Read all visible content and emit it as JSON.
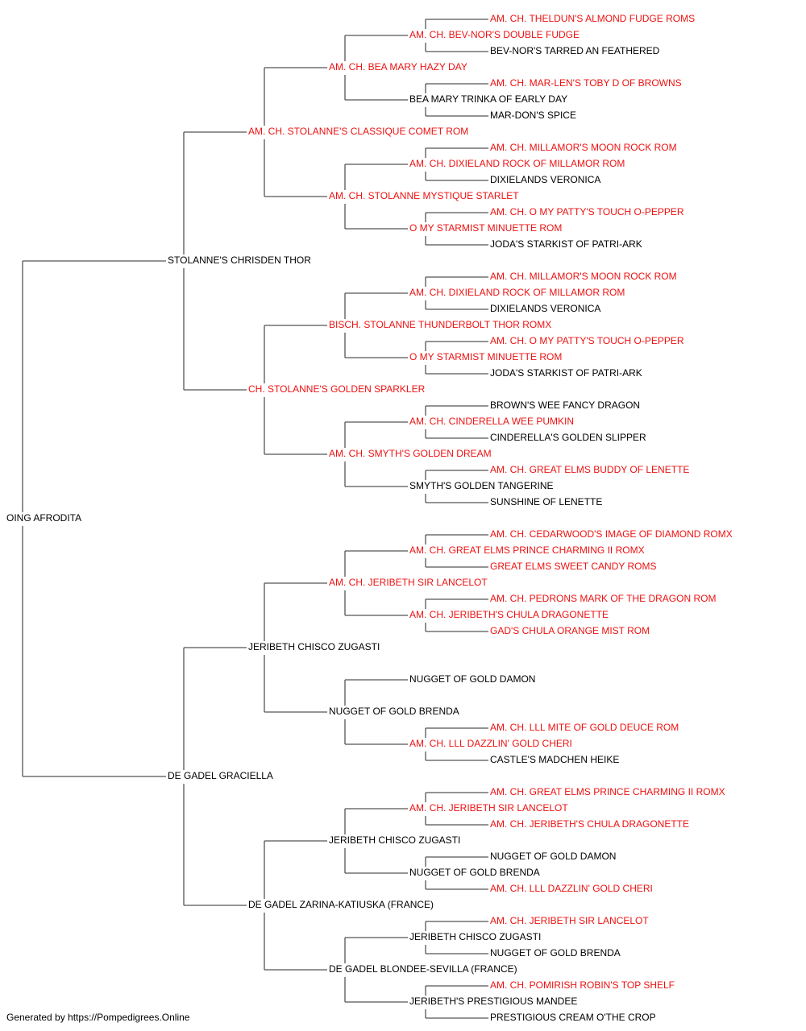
{
  "colors": {
    "champion": "#ee1111",
    "normal": "#000000",
    "connector": "#555555"
  },
  "footer": {
    "credit": "Generated by https://Pompedigrees.Online"
  },
  "pedigree": {
    "name": "OING AFRODITA",
    "champion": false,
    "sire": {
      "name": "STOLANNE'S CHRISDEN THOR",
      "champion": false,
      "sire": {
        "name": "AM. CH. STOLANNE'S CLASSIQUE COMET ROM",
        "champion": true,
        "sire": {
          "name": "AM. CH. BEA MARY HAZY DAY",
          "champion": true,
          "sire": {
            "name": "AM. CH. BEV-NOR'S DOUBLE FUDGE",
            "champion": true,
            "sire": {
              "name": "AM. CH. THELDUN'S ALMOND FUDGE ROMS",
              "champion": true
            },
            "dam": {
              "name": "BEV-NOR'S TARRED AN FEATHERED",
              "champion": false
            }
          },
          "dam": {
            "name": "BEA MARY TRINKA OF EARLY DAY",
            "champion": false,
            "sire": {
              "name": "AM. CH. MAR-LEN'S TOBY D OF BROWNS",
              "champion": true
            },
            "dam": {
              "name": "MAR-DON'S SPICE",
              "champion": false
            }
          }
        },
        "dam": {
          "name": "AM. CH. STOLANNE MYSTIQUE STARLET",
          "champion": true,
          "sire": {
            "name": "AM. CH. DIXIELAND ROCK OF MILLAMOR ROM",
            "champion": true,
            "sire": {
              "name": "AM. CH. MILLAMOR'S MOON ROCK ROM",
              "champion": true
            },
            "dam": {
              "name": "DIXIELANDS VERONICA",
              "champion": false
            }
          },
          "dam": {
            "name": "O MY STARMIST MINUETTE ROM",
            "champion": true,
            "sire": {
              "name": "AM. CH. O MY PATTY'S TOUCH O-PEPPER",
              "champion": true
            },
            "dam": {
              "name": "JODA'S STARKIST OF PATRI-ARK",
              "champion": false
            }
          }
        }
      },
      "dam": {
        "name": "CH. STOLANNE'S GOLDEN SPARKLER",
        "champion": true,
        "sire": {
          "name": "BISCH. STOLANNE THUNDERBOLT THOR ROMX",
          "champion": true,
          "sire": {
            "name": "AM. CH. DIXIELAND ROCK OF MILLAMOR ROM",
            "champion": true,
            "sire": {
              "name": "AM. CH. MILLAMOR'S MOON ROCK ROM",
              "champion": true
            },
            "dam": {
              "name": "DIXIELANDS VERONICA",
              "champion": false
            }
          },
          "dam": {
            "name": "O MY STARMIST MINUETTE ROM",
            "champion": true,
            "sire": {
              "name": "AM. CH. O MY PATTY'S TOUCH O-PEPPER",
              "champion": true
            },
            "dam": {
              "name": "JODA'S STARKIST OF PATRI-ARK",
              "champion": false
            }
          }
        },
        "dam": {
          "name": "AM. CH. SMYTH'S GOLDEN DREAM",
          "champion": true,
          "sire": {
            "name": "AM. CH. CINDERELLA WEE PUMKIN",
            "champion": true,
            "sire": {
              "name": "BROWN'S WEE FANCY DRAGON",
              "champion": false
            },
            "dam": {
              "name": "CINDERELLA'S GOLDEN SLIPPER",
              "champion": false
            }
          },
          "dam": {
            "name": "SMYTH'S GOLDEN TANGERINE",
            "champion": false,
            "sire": {
              "name": "AM. CH. GREAT ELMS BUDDY OF LENETTE",
              "champion": true
            },
            "dam": {
              "name": "SUNSHINE OF LENETTE",
              "champion": false
            }
          }
        }
      }
    },
    "dam": {
      "name": "DE GADEL GRACIELLA",
      "champion": false,
      "sire": {
        "name": "JERIBETH CHISCO ZUGASTI",
        "champion": false,
        "sire": {
          "name": "AM. CH. JERIBETH SIR LANCELOT",
          "champion": true,
          "sire": {
            "name": "AM. CH. GREAT ELMS PRINCE CHARMING II ROMX",
            "champion": true,
            "sire": {
              "name": "AM. CH. CEDARWOOD'S IMAGE OF DIAMOND ROMX",
              "champion": true
            },
            "dam": {
              "name": "GREAT ELMS SWEET CANDY ROMS",
              "champion": true
            }
          },
          "dam": {
            "name": "AM. CH. JERIBETH'S CHULA DRAGONETTE",
            "champion": true,
            "sire": {
              "name": "AM. CH. PEDRONS MARK OF THE DRAGON ROM",
              "champion": true
            },
            "dam": {
              "name": "GAD'S CHULA ORANGE MIST ROM",
              "champion": true
            }
          }
        },
        "dam": {
          "name": "NUGGET OF GOLD BRENDA",
          "champion": false,
          "sire": {
            "name": "NUGGET OF GOLD DAMON",
            "champion": false
          },
          "dam": {
            "name": "AM. CH. LLL DAZZLIN' GOLD CHERI",
            "champion": true,
            "sire": {
              "name": "AM. CH. LLL MITE OF GOLD DEUCE ROM",
              "champion": true
            },
            "dam": {
              "name": "CASTLE'S MADCHEN HEIKE",
              "champion": false
            }
          }
        }
      },
      "dam": {
        "name": "DE GADEL ZARINA-KATIUSKA (FRANCE)",
        "champion": false,
        "sire": {
          "name": "JERIBETH CHISCO ZUGASTI",
          "champion": false,
          "sire": {
            "name": "AM. CH. JERIBETH SIR LANCELOT",
            "champion": true,
            "sire": {
              "name": "AM. CH. GREAT ELMS PRINCE CHARMING II ROMX",
              "champion": true
            },
            "dam": {
              "name": "AM. CH. JERIBETH'S CHULA DRAGONETTE",
              "champion": true
            }
          },
          "dam": {
            "name": "NUGGET OF GOLD BRENDA",
            "champion": false,
            "sire": {
              "name": "NUGGET OF GOLD DAMON",
              "champion": false
            },
            "dam": {
              "name": "AM. CH. LLL DAZZLIN' GOLD CHERI",
              "champion": true
            }
          }
        },
        "dam": {
          "name": "DE GADEL BLONDEE-SEVILLA (FRANCE)",
          "champion": false,
          "sire": {
            "name": "JERIBETH CHISCO ZUGASTI",
            "champion": false,
            "sire": {
              "name": "AM. CH. JERIBETH SIR LANCELOT",
              "champion": true
            },
            "dam": {
              "name": "NUGGET OF GOLD BRENDA",
              "champion": false
            }
          },
          "dam": {
            "name": "JERIBETH'S PRESTIGIOUS MANDEE",
            "champion": false,
            "sire": {
              "name": "AM. CH. POMIRISH ROBIN'S TOP SHELF",
              "champion": true
            },
            "dam": {
              "name": "PRESTIGIOUS CREAM O'THE CROP",
              "champion": false
            }
          }
        }
      }
    }
  }
}
